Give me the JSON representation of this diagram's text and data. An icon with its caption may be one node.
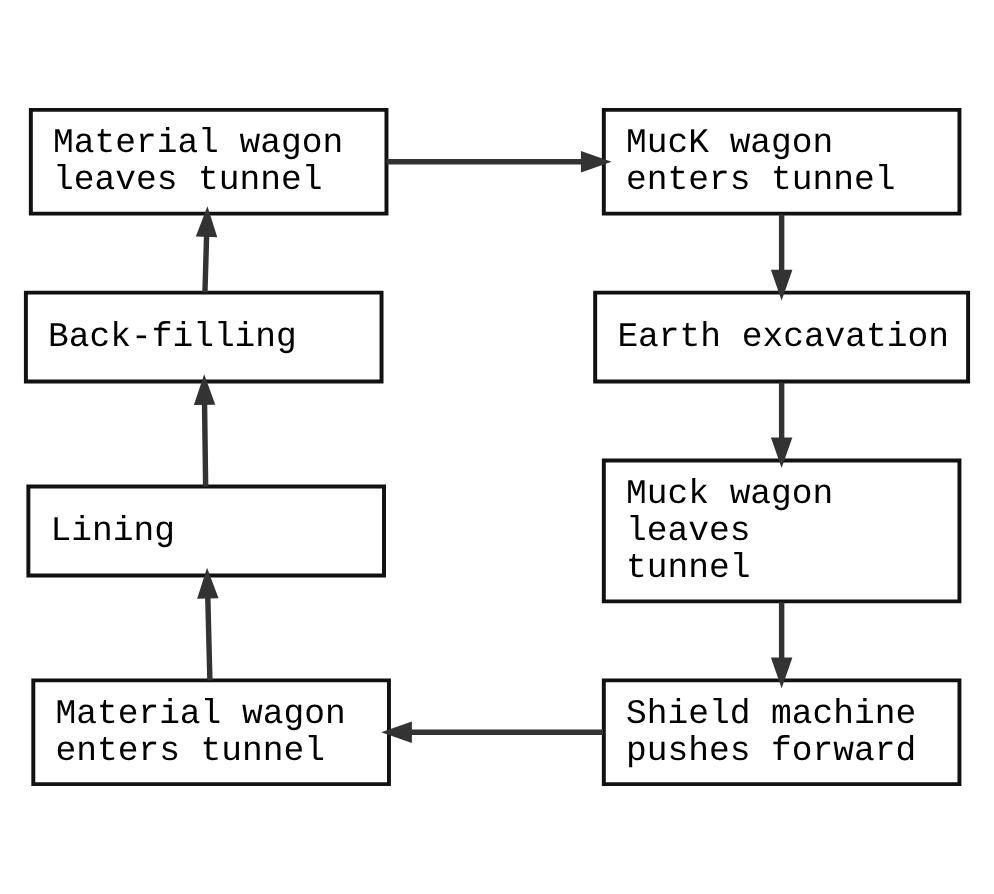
{
  "diagram": {
    "nodes": [
      {
        "text": [
          "Material wagon leaves tunnel"
        ]
      },
      {
        "text": [
          "MucK wagon enters tunnel"
        ]
      },
      {
        "text": [
          "Back-filling"
        ]
      },
      {
        "text": [
          "Earth excavation"
        ]
      },
      {
        "text": [
          "Muck wagon leaves tunnel"
        ]
      },
      {
        "text": [
          "Lining"
        ]
      },
      {
        "text": [
          "Material wagon enters tunnel"
        ]
      },
      {
        "text": [
          "Shield machine pushes forward"
        ]
      }
    ],
    "edges": [
      {
        "from": 0,
        "to": 1,
        "arrow": "to"
      },
      {
        "from": 1,
        "to": 3,
        "arrow": "to"
      },
      {
        "from": 3,
        "to": 4,
        "arrow": "to"
      },
      {
        "from": 4,
        "to": 7,
        "arrow": "to"
      },
      {
        "from": 7,
        "to": 6,
        "arrow": "to"
      },
      {
        "from": 6,
        "to": 5,
        "arrow": "to"
      },
      {
        "from": 5,
        "to": 2,
        "arrow": "to"
      },
      {
        "from": 2,
        "to": 0,
        "arrow": "to"
      }
    ]
  }
}
